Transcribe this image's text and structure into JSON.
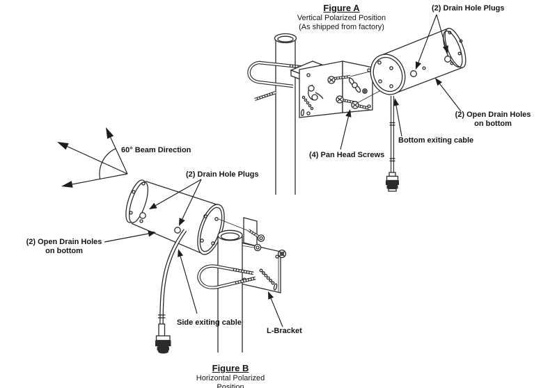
{
  "colors": {
    "ink": "#2b2b2b",
    "text": "#141414",
    "background": "#ffffff"
  },
  "figure_a": {
    "title": "Figure A",
    "subtitle_line1": "Vertical Polarized Position",
    "subtitle_line2": "(As shipped from factory)",
    "callouts": {
      "drain_hole_plugs": "(2) Drain Hole Plugs",
      "open_drain_holes_line1": "(2) Open Drain Holes",
      "open_drain_holes_line2": "on bottom",
      "bottom_exiting_cable": "Bottom exiting cable",
      "pan_head_screws": "(4) Pan Head Screws"
    }
  },
  "figure_b": {
    "title": "Figure B",
    "subtitle_line1": "Horizontal Polarized Position",
    "callouts": {
      "drain_hole_plugs": "(2) Drain Hole Plugs",
      "open_drain_holes_line1": "(2) Open Drain Holes",
      "open_drain_holes_line2": "on bottom",
      "side_exiting_cable": "Side exiting cable",
      "l_bracket": "L-Bracket"
    }
  },
  "beam_direction": {
    "label": "60° Beam Direction"
  }
}
